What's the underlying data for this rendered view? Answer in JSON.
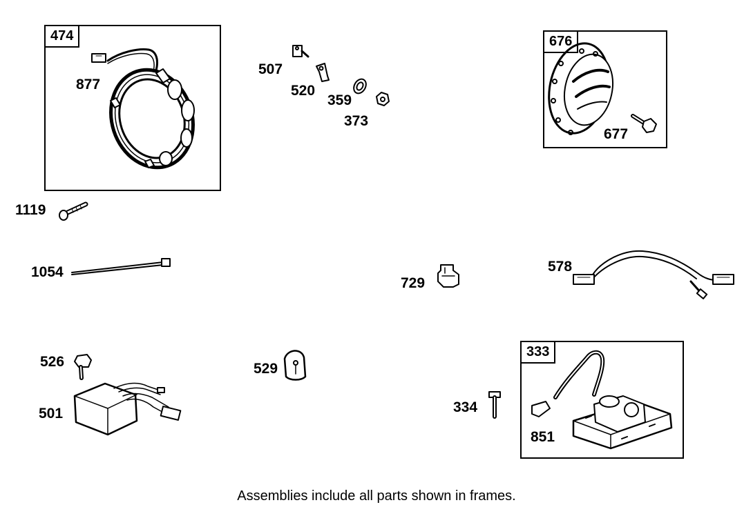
{
  "frames": [
    {
      "tag": "474"
    },
    {
      "tag": "676"
    },
    {
      "tag": "333"
    }
  ],
  "labels": {
    "p877": "877",
    "p507": "507",
    "p520": "520",
    "p359": "359",
    "p373": "373",
    "p677": "677",
    "p1119": "1119",
    "p1054": "1054",
    "p729": "729",
    "p578": "578",
    "p526": "526",
    "p501": "501",
    "p529": "529",
    "p334": "334",
    "p851": "851"
  },
  "caption": "Assemblies include all parts shown in frames."
}
